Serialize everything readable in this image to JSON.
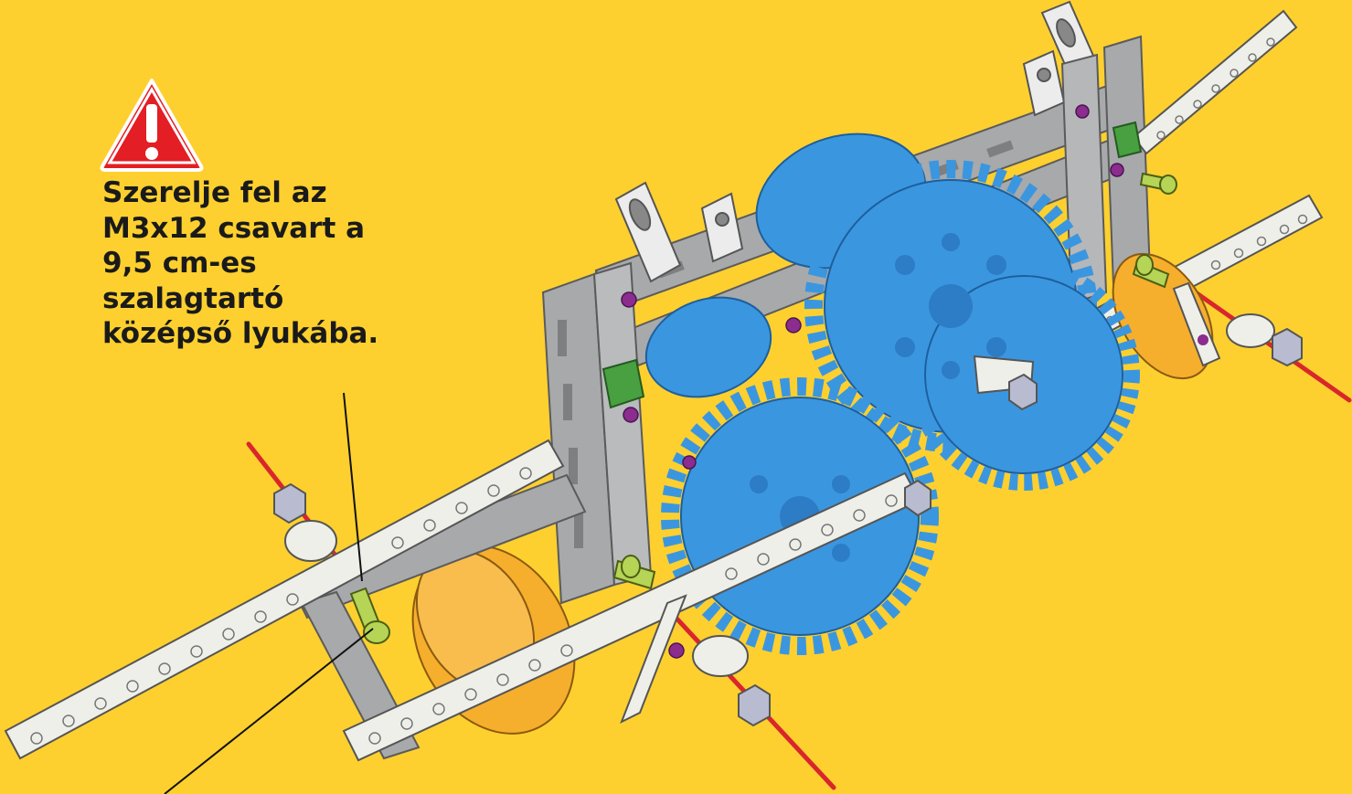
{
  "warning": {
    "icon": "warning-triangle-icon",
    "color": "#E31E24"
  },
  "instruction": {
    "lines": [
      "Szerelje fel az",
      "M3x12 csavart a",
      "9,5 cm-es",
      "szalagtartó",
      "középső lyukába."
    ]
  },
  "colors": {
    "background": "#FDD02F",
    "frame": "#A7A9AB",
    "gear": "#3B96E0",
    "wheel": "#F6AE2D",
    "strip": "#EFEFEA",
    "axle": "#D9262C",
    "screw": "#B6D455",
    "block": "#48A040",
    "bolt": "#8B2C8E"
  }
}
